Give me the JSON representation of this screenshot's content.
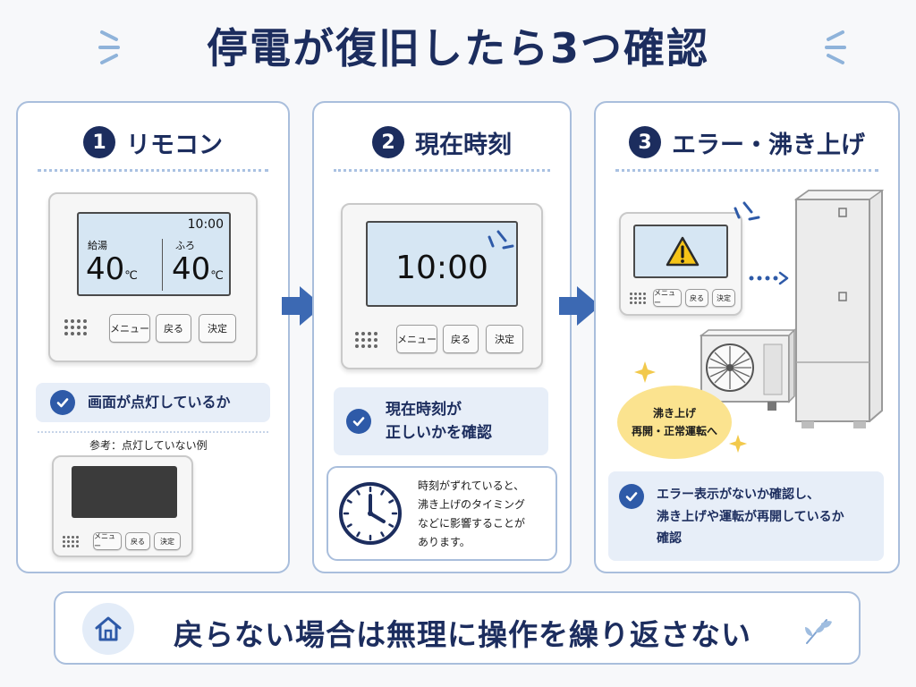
{
  "title": "停電が復旧したら3つ確認",
  "steps": [
    {
      "number": "1",
      "title": "リモコン",
      "remote": {
        "time": "10:00",
        "left_label": "給湯",
        "left_temp": "40",
        "right_label": "ふろ",
        "right_temp": "40",
        "unit": "℃",
        "buttons": [
          "メニュー",
          "戻る",
          "決定"
        ]
      },
      "check": "画面が点灯しているか",
      "reference_label": "参考：点灯していない例",
      "reference_buttons": [
        "メニュー",
        "戻る",
        "決定"
      ]
    },
    {
      "number": "2",
      "title": "現在時刻",
      "remote": {
        "time": "10:00",
        "buttons": [
          "メニュー",
          "戻る",
          "決定"
        ]
      },
      "check_lines": [
        "現在時刻が",
        "正しいかを確認"
      ],
      "note_lines": [
        "時刻がずれていると、",
        "沸き上げのタイミング",
        "などに影響することが",
        "あります。"
      ]
    },
    {
      "number": "3",
      "title": "エラー・沸き上げ",
      "remote": {
        "buttons": [
          "メニュー",
          "戻る",
          "決定"
        ]
      },
      "bubble_lines": [
        "沸き上げ",
        "再開・正常運転へ"
      ],
      "check_lines": [
        "エラー表示がないか確認し、",
        "沸き上げや運転が再開しているか",
        "確認"
      ]
    }
  ],
  "footer": "戻らない場合は無理に操作を繰り返さない",
  "colors": {
    "navy": "#1c2d5e",
    "accent_blue": "#2e5aa8",
    "panel_border": "#a9bedc",
    "check_bg": "#e7eef8",
    "screen": "#d6e6f3",
    "bubble": "#fbe38f"
  }
}
